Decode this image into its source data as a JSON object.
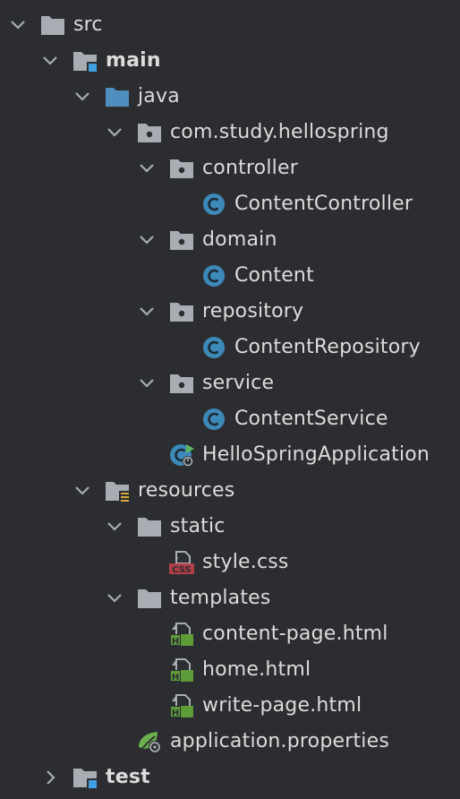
{
  "tree": {
    "items": [
      {
        "label": "src",
        "expanded": true,
        "icon": "folder-icon"
      },
      {
        "label": "main",
        "expanded": true,
        "icon": "source-root-folder-icon"
      },
      {
        "label": "java",
        "expanded": true,
        "icon": "source-folder-icon"
      },
      {
        "label": "com.study.hellospring",
        "expanded": true,
        "icon": "package-icon"
      },
      {
        "label": "controller",
        "expanded": true,
        "icon": "package-icon"
      },
      {
        "label": "ContentController",
        "icon": "class-icon"
      },
      {
        "label": "domain",
        "expanded": true,
        "icon": "package-icon"
      },
      {
        "label": "Content",
        "icon": "class-icon"
      },
      {
        "label": "repository",
        "expanded": true,
        "icon": "package-icon"
      },
      {
        "label": "ContentRepository",
        "icon": "class-icon"
      },
      {
        "label": "service",
        "expanded": true,
        "icon": "package-icon"
      },
      {
        "label": "ContentService",
        "icon": "class-icon"
      },
      {
        "label": "HelloSpringApplication",
        "icon": "spring-boot-class-icon"
      },
      {
        "label": "resources",
        "expanded": true,
        "icon": "resources-folder-icon"
      },
      {
        "label": "static",
        "expanded": true,
        "icon": "folder-icon"
      },
      {
        "label": "style.css",
        "icon": "css-file-icon"
      },
      {
        "label": "templates",
        "expanded": true,
        "icon": "folder-icon"
      },
      {
        "label": "content-page.html",
        "icon": "html-file-icon"
      },
      {
        "label": "home.html",
        "icon": "html-file-icon"
      },
      {
        "label": "write-page.html",
        "icon": "html-file-icon"
      },
      {
        "label": "application.properties",
        "icon": "spring-properties-icon"
      },
      {
        "label": "test",
        "expanded": false,
        "icon": "source-root-folder-icon"
      }
    ]
  },
  "colors": {
    "background": "#2b2d30",
    "text": "#dcdcdc",
    "folder": "#a8adb3",
    "source_folder": "#4f8fbf",
    "class_badge": "#3d89b8",
    "css_badge": "#b03f47",
    "html_badge": "#5e9c3a",
    "spring_green": "#6ab04c"
  }
}
